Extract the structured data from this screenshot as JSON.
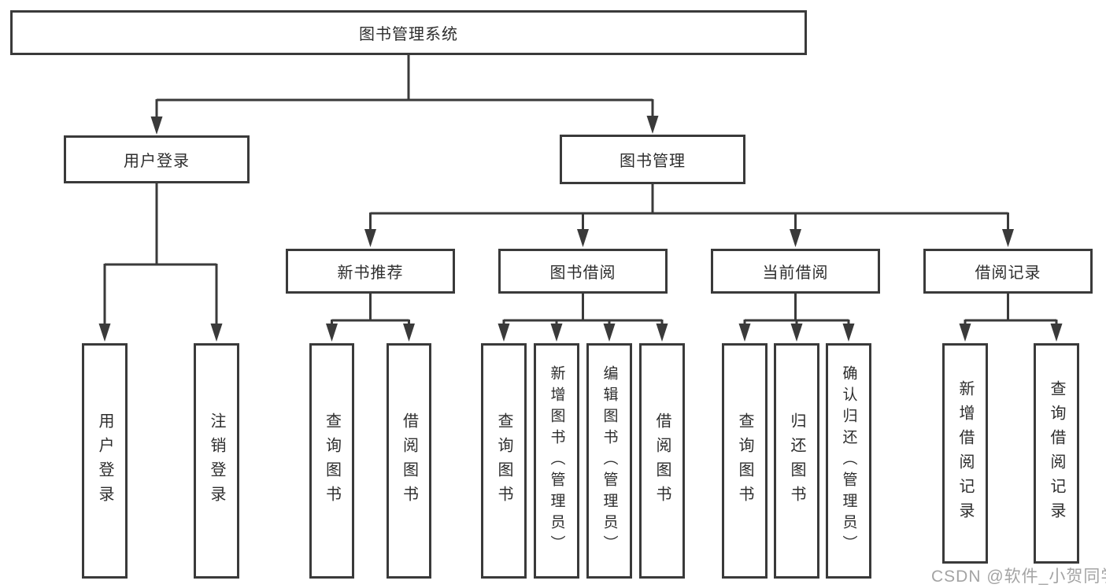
{
  "colors": {
    "line": "#3a3a3a",
    "text": "#2d2d2d",
    "watermark": "#9c9c9c",
    "background": "#ffffff"
  },
  "diagram": {
    "root": "图书管理系统",
    "level2": {
      "user_login": "用户登录",
      "book_management": "图书管理"
    },
    "level3": {
      "new_book_recommend": "新书推荐",
      "book_borrow": "图书借阅",
      "current_borrow": "当前借阅",
      "borrow_records": "借阅记录"
    },
    "leaves": {
      "user_login": [
        "用户登录",
        "注销登录"
      ],
      "new_book_recommend": [
        "查询图书",
        "借阅图书"
      ],
      "book_borrow": [
        "查询图书",
        "新增图书（管理员）",
        "编辑图书（管理员）",
        "借阅图书"
      ],
      "current_borrow": [
        "查询图书",
        "归还图书",
        "确认归还（管理员）"
      ],
      "borrow_records": [
        "新增借阅记录",
        "查询借阅记录"
      ]
    }
  },
  "watermark": {
    "text": "CSDN @软件_小贺同学"
  }
}
